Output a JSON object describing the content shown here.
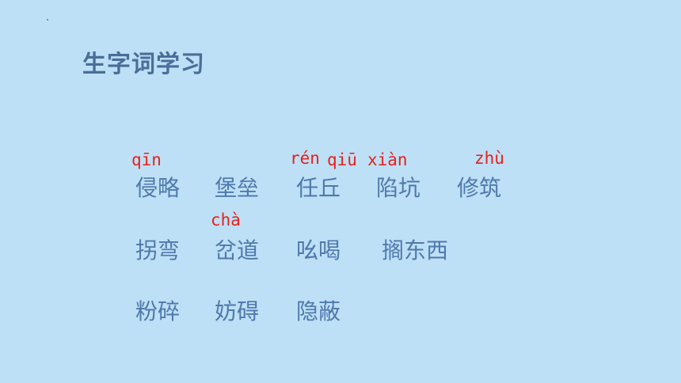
{
  "slide": {
    "title": "生字词学习",
    "pinyin": {
      "qin": "qīn",
      "ren": "rén",
      "qiu": "qiū",
      "xian": "xiàn",
      "zhu": "zhù",
      "cha": "chà"
    },
    "rows": [
      [
        "侵略",
        "堡垒",
        "任丘",
        "陷坑",
        "修筑"
      ],
      [
        "拐弯",
        "岔道",
        "吆喝",
        "搁东西"
      ],
      [
        "粉碎",
        "妨碍",
        "隐蔽"
      ]
    ]
  }
}
